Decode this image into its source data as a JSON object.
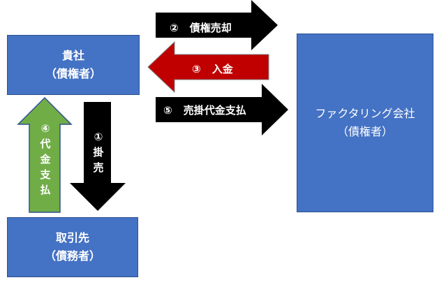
{
  "boxes": {
    "company": {
      "name": "貴社",
      "role": "（債権者）"
    },
    "client": {
      "name": "取引先",
      "role": "（債務者）"
    },
    "factoring": {
      "name": "ファクタリング会社",
      "role": "（債権者）"
    }
  },
  "arrows": {
    "sale": {
      "num": "②",
      "label": "債権売却"
    },
    "payment": {
      "num": "③",
      "label": "入金"
    },
    "receivable": {
      "num": "⑤",
      "label": "売掛代金支払"
    },
    "pay_price": {
      "num": "④",
      "chars": [
        "代",
        "金",
        "支",
        "払"
      ]
    },
    "credit": {
      "num": "①",
      "chars": [
        "掛",
        "売"
      ]
    }
  },
  "colors": {
    "box": "#4472c4",
    "black_arrow": "#000000",
    "red_arrow": "#c00000",
    "green_arrow": "#70ad47"
  }
}
